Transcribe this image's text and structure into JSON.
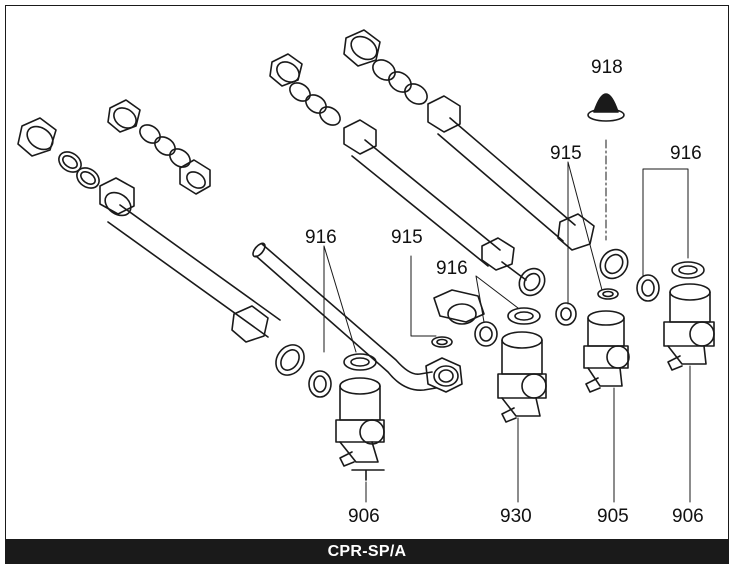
{
  "figure": {
    "footer_title": "CPR-SP/A",
    "callouts": {
      "cap": "918",
      "gasket_left": "916",
      "gasket_mid": "916",
      "gasket_right": "916",
      "gasket_mid_small": "915",
      "gasket_right_small": "915",
      "valve_left": "906",
      "valve_mid": "930",
      "valve_right1": "905",
      "valve_right2": "906"
    }
  }
}
